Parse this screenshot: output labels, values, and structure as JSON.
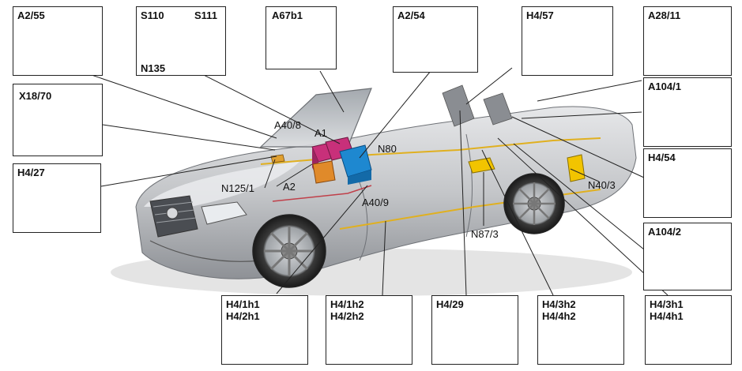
{
  "boxes": {
    "a2_55": "A2/55",
    "s110": "S110",
    "s111": "S111",
    "n135": "N135",
    "a67b1": "A67b1",
    "a2_54": "A2/54",
    "h4_57": "H4/57",
    "a28_11": "A28/11",
    "a104_1": "A104/1",
    "x18_70": "X18/70",
    "h4_27": "H4/27",
    "h4_54": "H4/54",
    "a104_2": "A104/2",
    "h4_1h1_a": "H4/1h1",
    "h4_1h1_b": "H4/2h1",
    "h4_1h2_a": "H4/1h2",
    "h4_1h2_b": "H4/2h2",
    "h4_29": "H4/29",
    "h4_3h2_a": "H4/3h2",
    "h4_3h2_b": "H4/4h2",
    "h4_3h1_a": "H4/3h1",
    "h4_3h1_b": "H4/4h1"
  },
  "parts": {
    "a40_8": "A40/8",
    "a1": "A1",
    "n80": "N80",
    "n125_1": "N125/1",
    "a2": "A2",
    "a40_9": "A40/9",
    "n40_3": "N40/3",
    "n87_3": "N87/3"
  },
  "colors": {
    "module_magenta": "#c8307a",
    "module_blue": "#1e88d0",
    "module_orange": "#e08a2a",
    "module_yellow": "#f2c400",
    "car_body": "#c9cbce",
    "wiring_yellow": "#e0b020",
    "wiring_red": "#c0404a"
  }
}
